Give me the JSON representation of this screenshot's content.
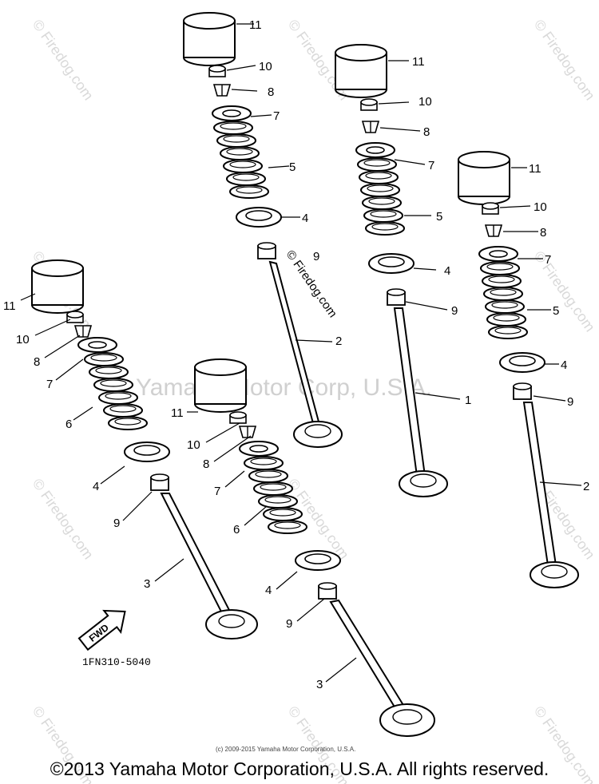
{
  "watermarks": {
    "site": "© Firedog.com",
    "center": "Yamaha Motor Corp, U.S.A."
  },
  "diagram": {
    "part_code": "1FN310-5040",
    "fwd_label": "FWD",
    "small_copyright": "(c) 2009-2015 Yamaha Motor Corporation, U.S.A.",
    "labels": {
      "a11": "11",
      "a10": "10",
      "a8": "8",
      "a7": "7",
      "a5": "5",
      "a4": "4",
      "a9": "9",
      "a2": "2",
      "b11": "11",
      "b10": "10",
      "b8": "8",
      "b7": "7",
      "b5": "5",
      "b4": "4",
      "b9": "9",
      "b1": "1",
      "c11": "11",
      "c10": "10",
      "c8": "8",
      "c7": "7",
      "c5": "5",
      "c4": "4",
      "c9": "9",
      "c2": "2",
      "d11": "11",
      "d10": "10",
      "d8": "8",
      "d7": "7",
      "d6": "6",
      "d4": "4",
      "d9": "9",
      "d3": "3",
      "e11": "11",
      "e10": "10",
      "e8": "8",
      "e7": "7",
      "e6": "6",
      "e4": "4",
      "e9": "9",
      "e3": "3"
    }
  },
  "footer": {
    "copyright": "©2013 Yamaha Motor Corporation, U.S.A. All rights reserved."
  }
}
